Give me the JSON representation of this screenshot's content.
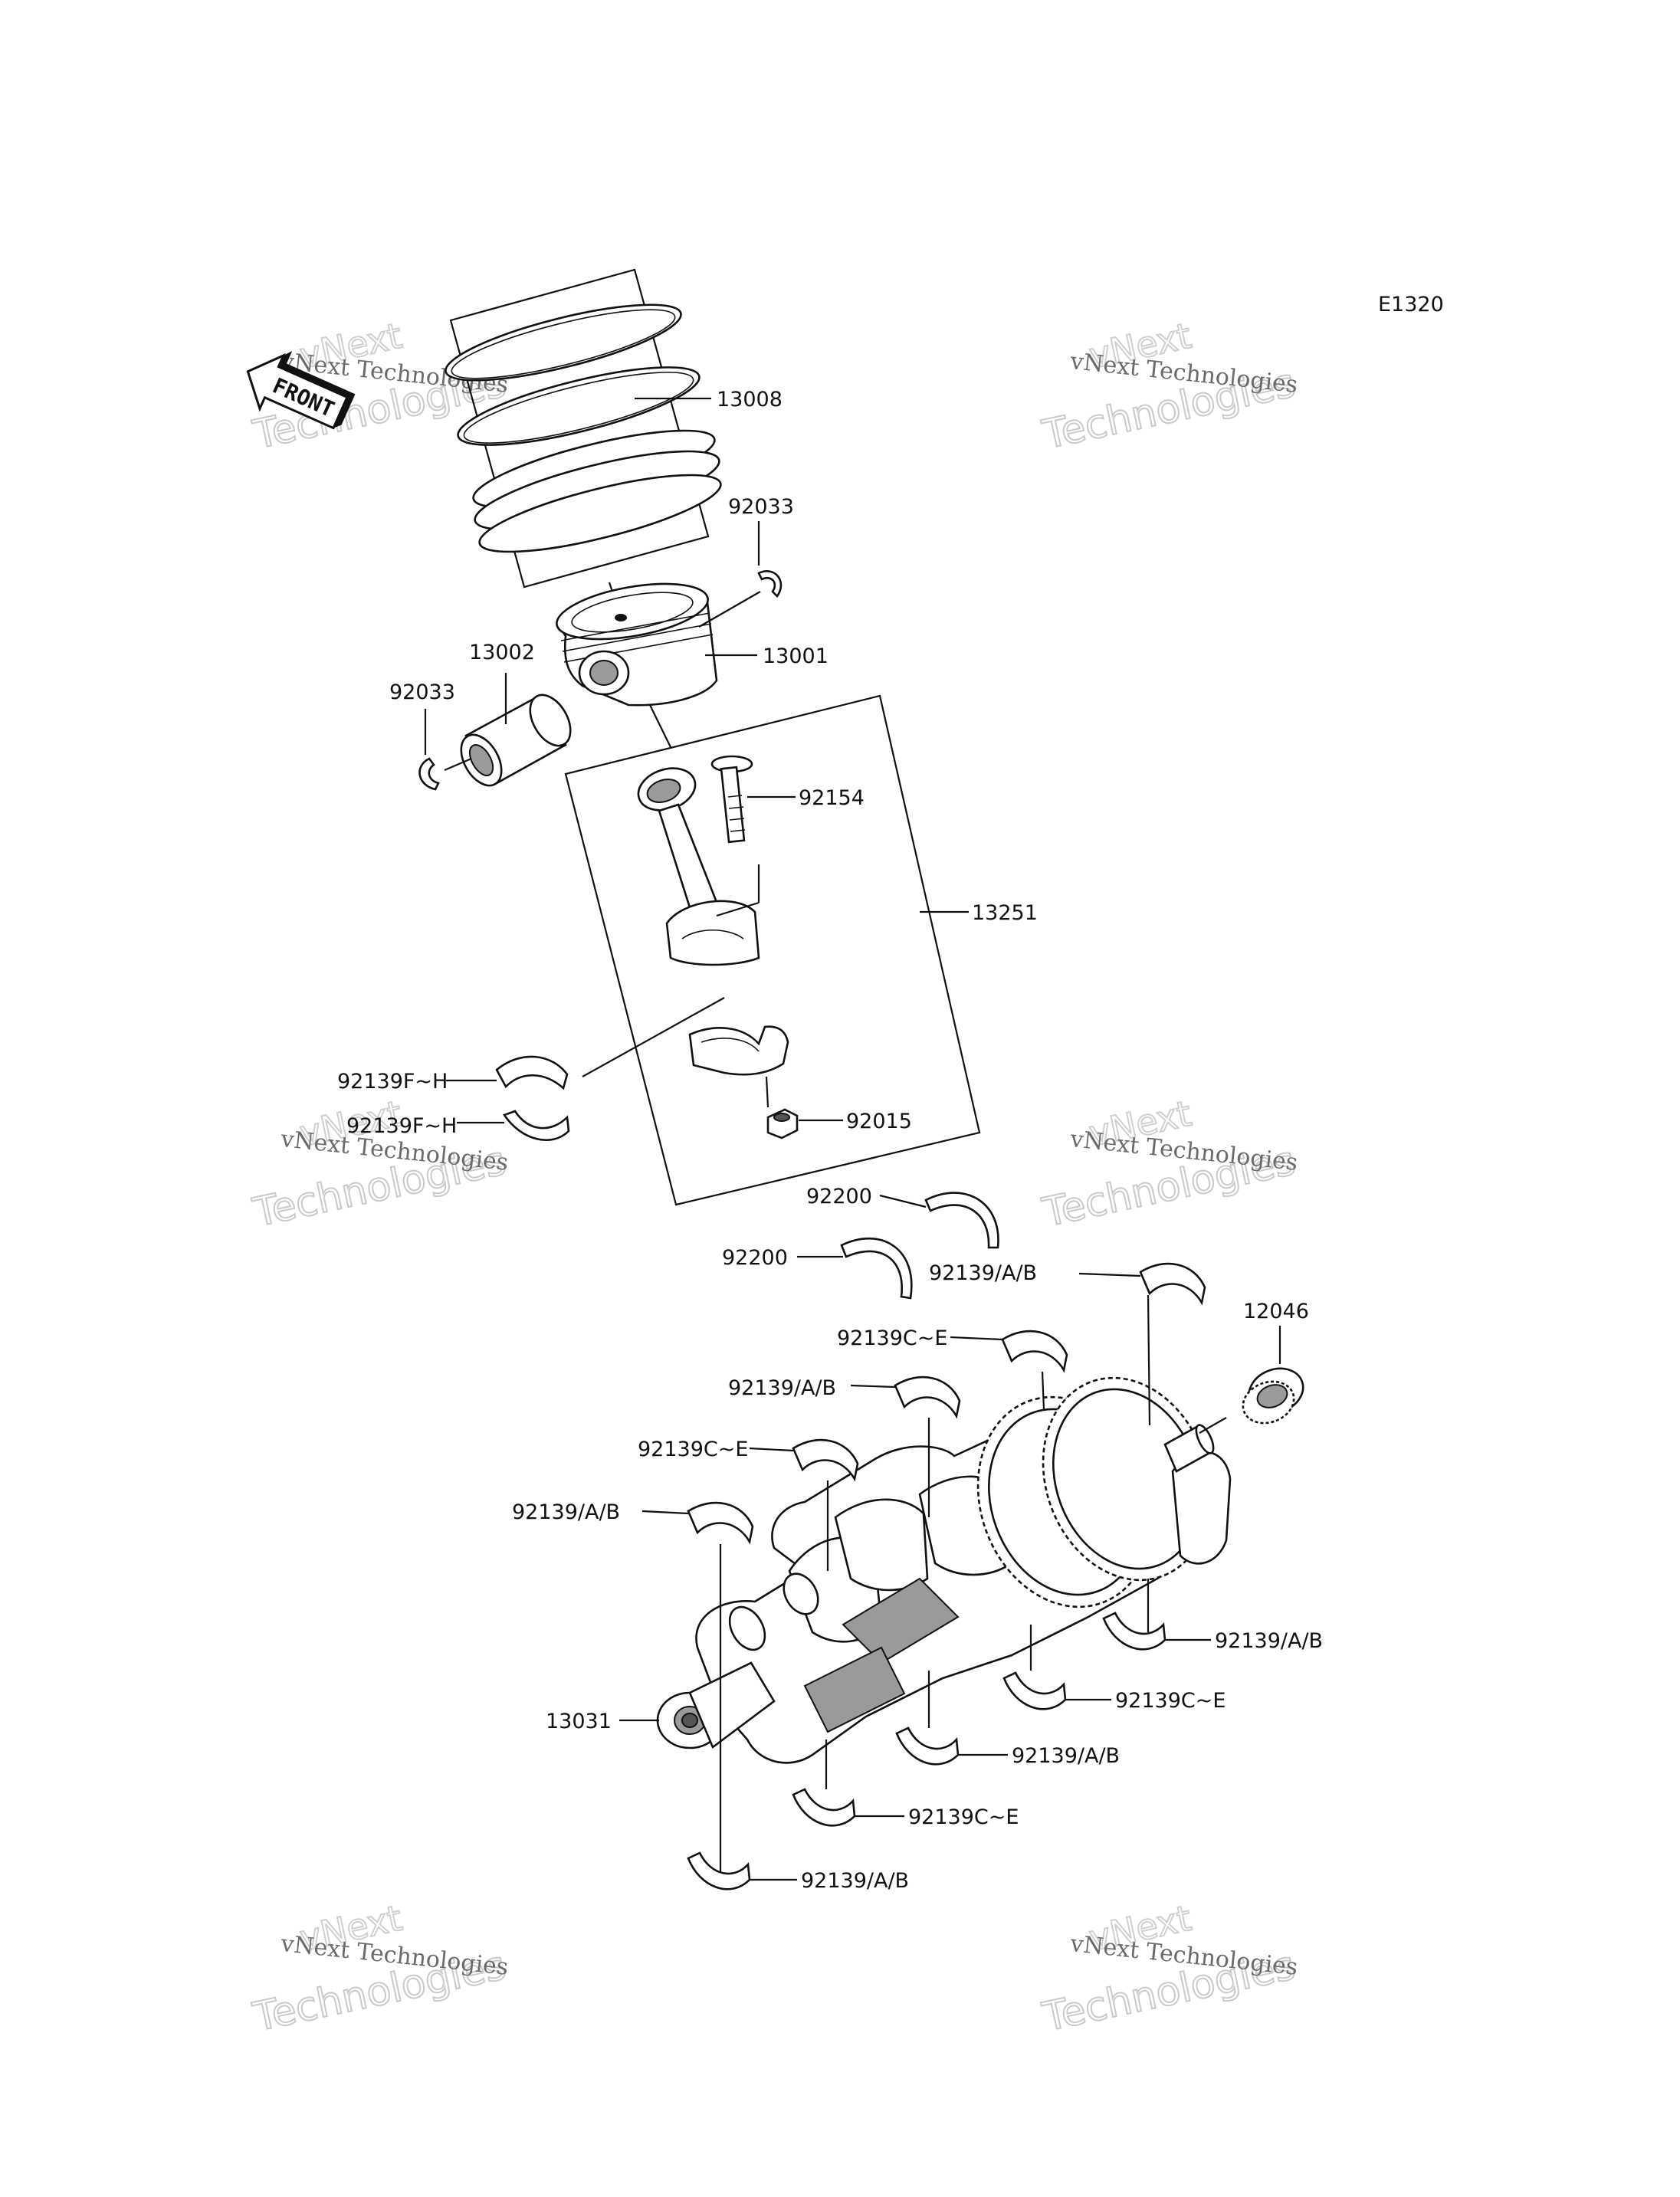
{
  "diagram_code": "E1320",
  "front_marker": "FRONT",
  "watermark": {
    "company": "vNext Technologies",
    "word1": "vNext",
    "word2": "Technologies"
  },
  "labels": {
    "rings": "13008",
    "clip_right": "92033",
    "piston": "13001",
    "pin": "13002",
    "clip_left": "92033",
    "bolt": "92154",
    "rod_assy": "13251",
    "rod_bearing_upper": "92139F~H",
    "rod_bearing_lower": "92139F~H",
    "nut": "92015",
    "thrust_upper": "92200",
    "thrust_lower": "92200",
    "main_1": "92139/A/B",
    "gear": "12046",
    "main_2": "92139C~E",
    "main_3": "92139/A/B",
    "main_4": "92139C~E",
    "main_5": "92139/A/B",
    "crankshaft": "13031",
    "lower_1": "92139/A/B",
    "lower_2": "92139C~E",
    "lower_3": "92139/A/B",
    "lower_4": "92139C~E",
    "lower_5": "92139/A/B"
  }
}
